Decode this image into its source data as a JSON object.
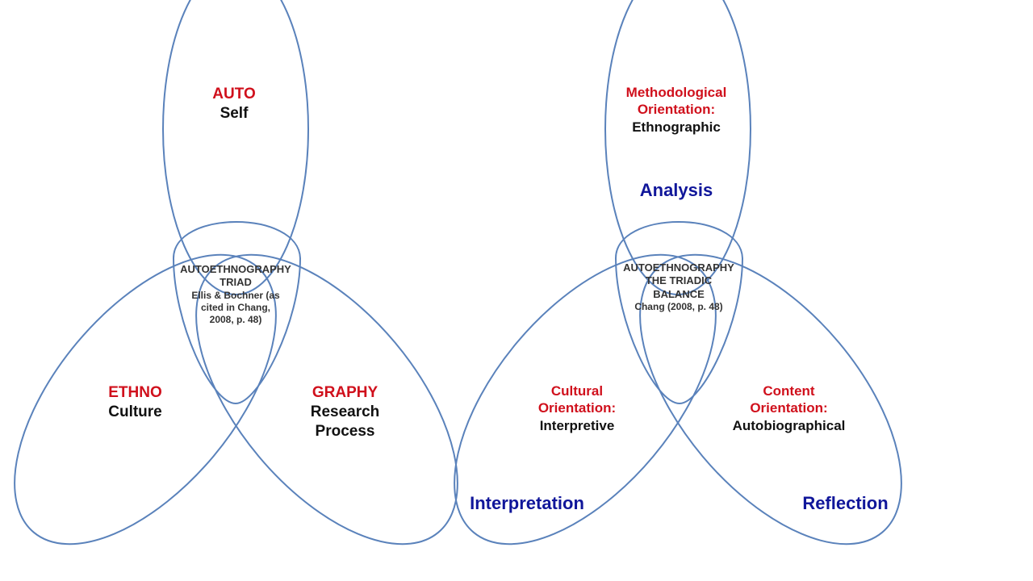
{
  "colors": {
    "outline": "#5a82bb",
    "heading_red": "#d0101c",
    "text_black": "#111111",
    "accent_blue": "#10169a",
    "background": "#ffffff"
  },
  "left_diagram": {
    "top": {
      "heading": "AUTO",
      "subtext": "Self"
    },
    "left": {
      "heading": "ETHNO",
      "subtext": "Culture"
    },
    "right": {
      "heading": "GRAPHY",
      "subtext_line1": "Research",
      "subtext_line2": "Process"
    },
    "center": {
      "line1": "AUTOETHNOGRAPHY",
      "line2": "TRIAD",
      "line3": "Ellis & Bochner (as",
      "line4": "cited in Chang,",
      "line5": "2008, p. 48)"
    }
  },
  "right_diagram": {
    "top": {
      "heading_line1": "Methodological",
      "heading_line2": "Orientation:",
      "subtext": "Ethnographic",
      "accent": "Analysis"
    },
    "left": {
      "heading_line1": "Cultural",
      "heading_line2": "Orientation:",
      "subtext": "Interpretive",
      "accent": "Interpretation"
    },
    "right": {
      "heading_line1": "Content",
      "heading_line2": "Orientation:",
      "subtext": "Autobiographical",
      "accent": "Reflection"
    },
    "center": {
      "line1": "AUTOETHNOGRAPHY",
      "line2": "THE TRIADIC",
      "line3": "BALANCE",
      "line4": "Chang (2008, p. 48)"
    }
  }
}
